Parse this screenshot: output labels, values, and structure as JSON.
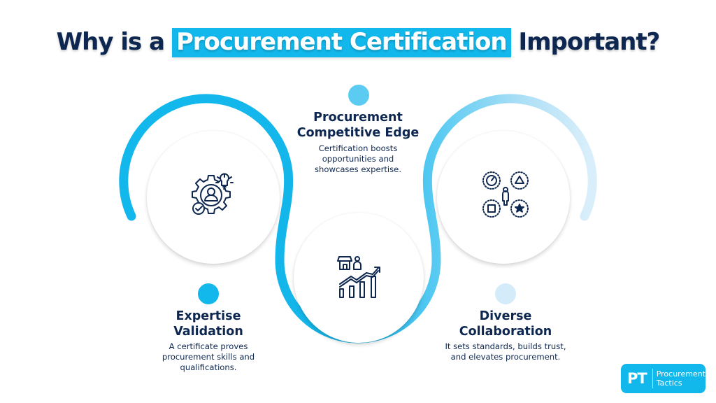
{
  "title": {
    "prefix": "Why is a",
    "highlight": "Procurement Certification",
    "suffix": "Important?"
  },
  "colors": {
    "navy": "#0d2750",
    "accent_blue": "#12b8ec",
    "mid_blue": "#5bcbf2",
    "pale_blue": "#d4ecf9"
  },
  "steps": [
    {
      "title": "Expertise\nValidation",
      "description": "A certificate proves\nprocurement skills and\nqualifications.",
      "icon": "gear-person-lightbulb-check-icon",
      "dot_color": "#12b8ec"
    },
    {
      "title": "Procurement\nCompetitive Edge",
      "description": "Certification boosts\nopportunities and\nshowcases expertise.",
      "icon": "store-growth-chart-icon",
      "dot_color": "#5bcbf2"
    },
    {
      "title": "Diverse\nCollaboration",
      "description": "It sets standards, builds trust,\nand elevates procurement.",
      "icon": "person-shapes-diversity-icon",
      "dot_color": "#d4ecf9"
    }
  ],
  "logo": {
    "mark": "PT",
    "name": "Procurement\nTactics"
  }
}
